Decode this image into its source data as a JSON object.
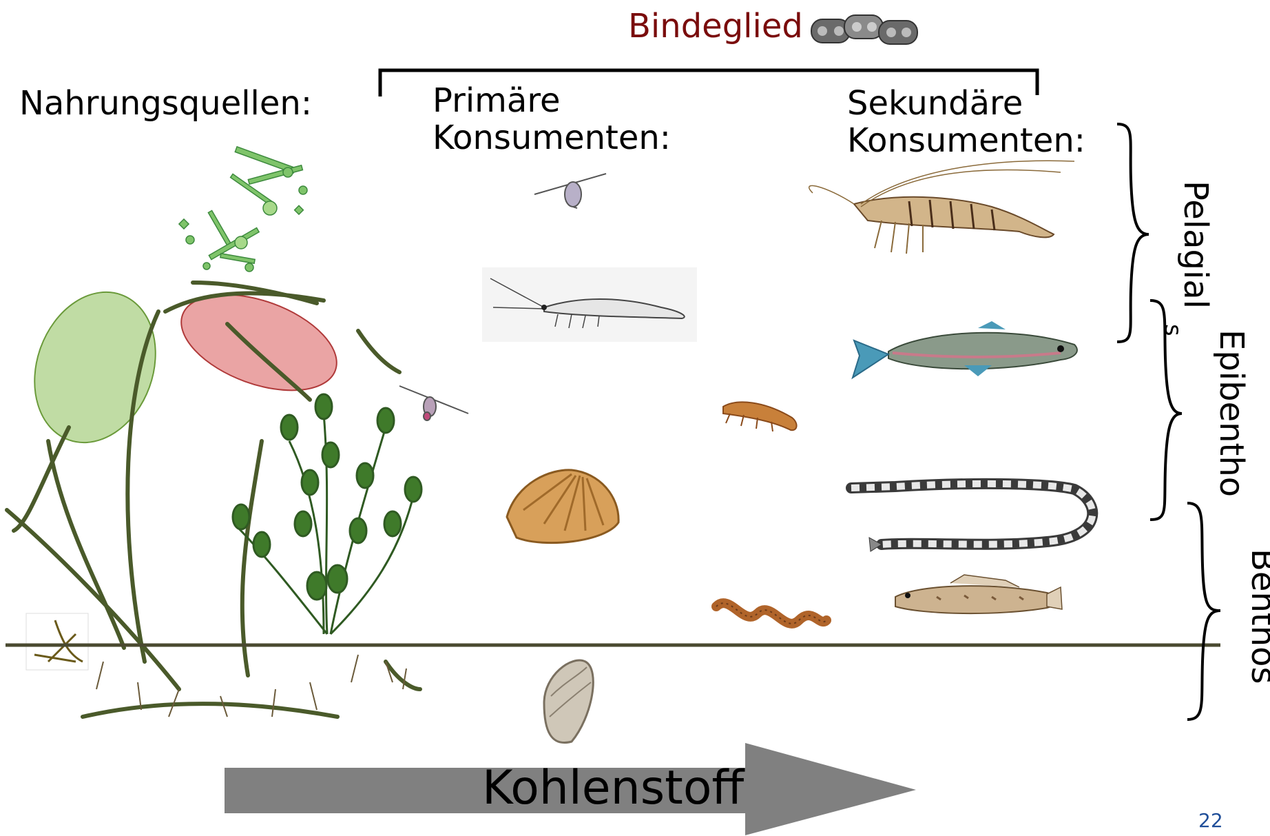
{
  "headings": {
    "sources": "Nahrungsquellen:",
    "primary_line1": "Primäre",
    "primary_line2": "Konsumenten:",
    "secondary_line1": "Sekundäre",
    "secondary_line2": "Konsumenten:"
  },
  "bindeglied": "Bindeglied",
  "zones": {
    "pelagial": "Pelagial",
    "pelagial_suffix": "s",
    "epibenthos": "Epibentho",
    "benthos": "Benthos"
  },
  "arrow_label": "Kohlenstoff",
  "page_number": "22",
  "colors": {
    "bindeglied": "#7a0c0c",
    "arrow": "#808080",
    "ground_line": "#4a4a30",
    "green_ellipse": "#7fb24a",
    "red_ellipse": "#d04a4a",
    "page_number": "#1f4e99"
  },
  "icons": [
    "bike-chain-icon",
    "phytoplankton-image",
    "seagrass-image",
    "algae-plant-image",
    "copepod-image",
    "mysid-shrimp-image",
    "cockle-shell-image",
    "amphipod-image",
    "clam-shell-image",
    "worm-image",
    "shrimp-image",
    "stickleback-fish-image",
    "pipefish-image",
    "goby-fish-image"
  ]
}
